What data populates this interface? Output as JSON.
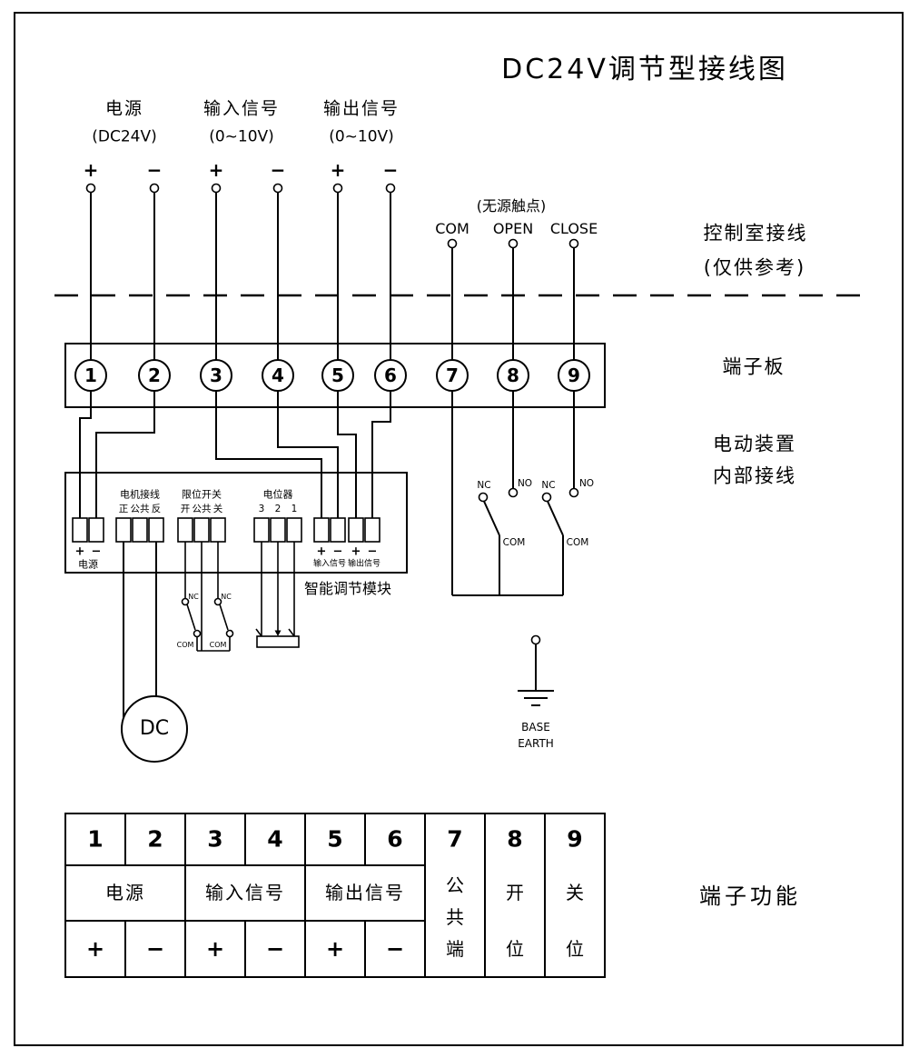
{
  "title": "DC24V调节型接线图",
  "top_terminals": {
    "power": {
      "label": "电源",
      "spec": "(DC24V)",
      "plus": "+",
      "minus": "−"
    },
    "input": {
      "label": "输入信号",
      "spec": "(0~10V)",
      "plus": "+",
      "minus": "−"
    },
    "output": {
      "label": "输出信号",
      "spec": "(0~10V)",
      "plus": "+",
      "minus": "−"
    }
  },
  "dry_contact": {
    "note": "(无源触点)",
    "com": "COM",
    "open": "OPEN",
    "close": "CLOSE"
  },
  "side_notes": {
    "control_room_line1": "控制室接线",
    "control_room_line2": "(仅供参考)",
    "terminal_board": "端子板",
    "device_line1": "电动装置",
    "device_line2": "内部接线",
    "terminal_function": "端子功能"
  },
  "terminal_board": {
    "numbers": [
      "1",
      "2",
      "3",
      "4",
      "5",
      "6",
      "7",
      "8",
      "9"
    ]
  },
  "module": {
    "name": "智能调节模块",
    "power": {
      "plus": "+",
      "minus": "−",
      "label": "电源"
    },
    "motor_group": {
      "title": "电机接线",
      "terminals": [
        "正",
        "公共",
        "反"
      ]
    },
    "limit_group": {
      "title": "限位开关",
      "terminals": [
        "开",
        "公共",
        "关"
      ]
    },
    "pot_group": {
      "title": "电位器",
      "terminals": [
        "3",
        "2",
        "1"
      ]
    },
    "io": {
      "p1": "+",
      "m1": "−",
      "p2": "+",
      "m2": "−",
      "input_label": "输入信号",
      "output_label": "输出信号"
    }
  },
  "internal_switches": {
    "sw1": {
      "nc": "NC",
      "no": "NO",
      "com": "COM"
    },
    "sw2": {
      "nc": "NC",
      "no": "NO",
      "com": "COM"
    }
  },
  "limit_switches_small": {
    "sw1": {
      "nc": "NC",
      "com": "COM"
    },
    "sw2": {
      "nc": "NC",
      "com": "COM"
    }
  },
  "motor": {
    "label": "DC"
  },
  "ground": {
    "line1": "BASE",
    "line2": "EARTH"
  },
  "function_table": {
    "numbers": [
      "1",
      "2",
      "3",
      "4",
      "5",
      "6",
      "7",
      "8",
      "9"
    ],
    "groups": [
      "电源",
      "输入信号",
      "输出信号"
    ],
    "polarities": [
      "+",
      "−",
      "+",
      "−",
      "+",
      "−"
    ],
    "col7_chars": [
      "公",
      "共",
      "端"
    ],
    "col8_chars": [
      "开",
      "位"
    ],
    "col9_chars": [
      "关",
      "位"
    ]
  }
}
